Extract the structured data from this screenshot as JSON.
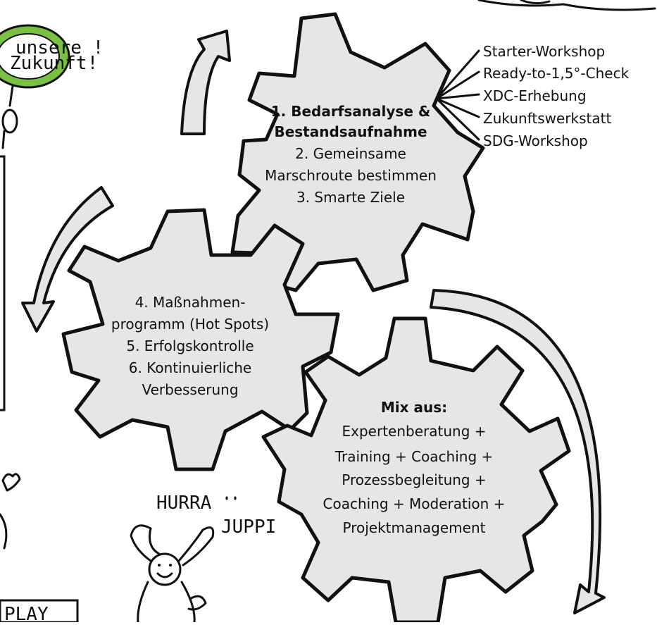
{
  "sign": {
    "line1": "unsere !",
    "line2": "Zukunft!"
  },
  "gear_top": {
    "bold_lines": [
      "1. Bedarfsanalyse &",
      "Bestandsaufnahme"
    ],
    "lines": [
      "2. Gemeinsame",
      "Marschroute bestimmen",
      "3. Smarte Ziele"
    ]
  },
  "gear_left": {
    "lines": [
      "4. Maßnahmen-",
      "programm (Hot Spots)",
      "5. Erfolgskontrolle",
      "6. Kontinuierliche",
      "Verbesserung"
    ]
  },
  "gear_right": {
    "bold_line": "Mix aus:",
    "lines": [
      "Expertenberatung +",
      "Training + Coaching +",
      "Prozessbegleitung +",
      "Coaching + Moderation +",
      "Projektmanagement"
    ]
  },
  "checklist": [
    "Starter-Workshop",
    "Ready-to-1,5°-Check",
    "XDC-Erhebung",
    "Zukunftswerkstatt",
    "SDG-Workshop"
  ],
  "cheer": {
    "word1": "HURRA",
    "word2": "JUPPI"
  },
  "corner_text": "PLAY",
  "colors": {
    "gear_fill": "#e6e6e8",
    "outline": "#111111",
    "sign_ring": "#7ac143"
  }
}
